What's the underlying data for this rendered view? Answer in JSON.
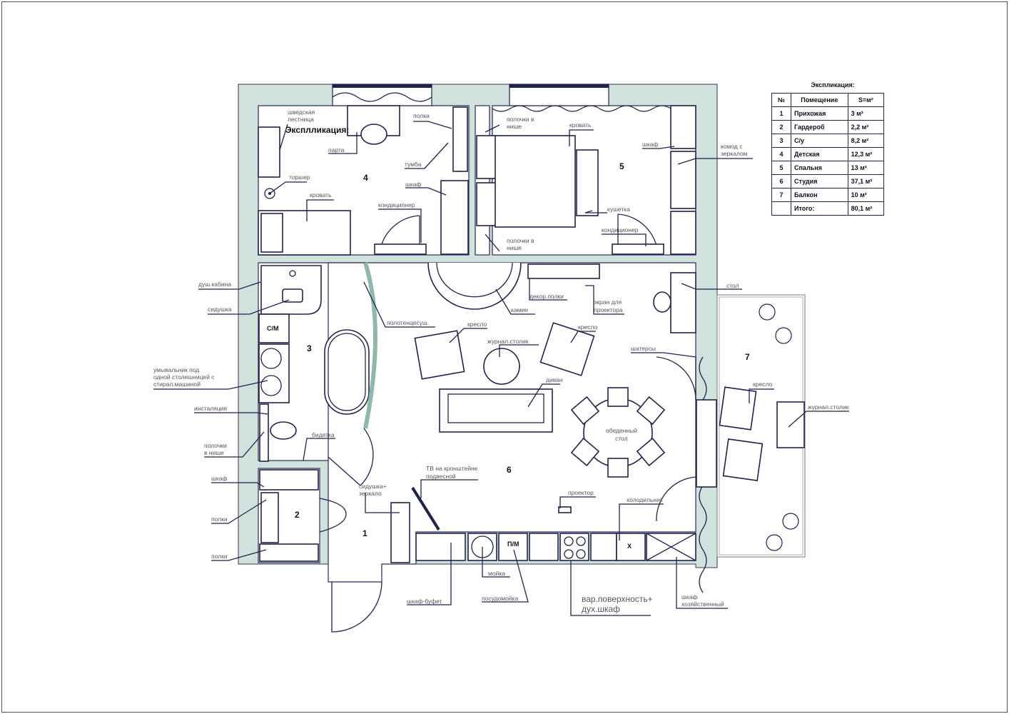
{
  "explication": {
    "title": "Экспликация:",
    "headers": [
      "№",
      "Помещение",
      "S=м²"
    ],
    "rows": [
      [
        "1",
        "Прихожая",
        "3 м²"
      ],
      [
        "2",
        "Гардероб",
        "2,2 м²"
      ],
      [
        "3",
        "С/у",
        "8,2 м²"
      ],
      [
        "4",
        "Детская",
        "12,3 м²"
      ],
      [
        "5",
        "Спальня",
        "13 м²"
      ],
      [
        "6",
        "Студия",
        "37,1 м²"
      ],
      [
        "7",
        "Балкон",
        "10 м²"
      ],
      [
        "",
        "Итого:",
        "80,1 м²"
      ]
    ]
  },
  "room_numbers": [
    "1",
    "2",
    "3",
    "4",
    "5",
    "6",
    "7"
  ],
  "stray_title": "Эксплликация:",
  "labels": [
    "шведская",
    "лестница",
    "парта",
    "полка",
    "тумба",
    "торшер",
    "кровать",
    "шкаф",
    "кондиционер",
    "полочки в",
    "нише",
    "кровать",
    "шкаф",
    "комод с",
    "зеркалом",
    "кушетка",
    "кондиционер",
    "полочки в",
    "нише",
    "душ.кабина",
    "сидушка",
    "умывальник  под",
    "одной столешницей с",
    "стирал.машиной",
    "инсталяция",
    "полочки",
    "в нише",
    "бидетка",
    "шкаф",
    "полки",
    "полки",
    "полотенцесуш.",
    "кресло",
    "журнал.столик",
    "кресло",
    "камин",
    "декор.полки",
    "экран для",
    "проектора",
    "стол",
    "шатерсы",
    "кресло",
    "журнал.столик",
    "диван",
    "обеденный",
    "стол",
    "ТВ на кронштейне",
    "подвесной",
    "сидушка+",
    "зеркало",
    "проектор",
    "холодильник",
    "шкаф-буфет",
    "мойка",
    "посудомойка",
    "шкаф",
    "хозяйственный"
  ],
  "big_labels": [
    "вар.поверхность+",
    "дух.шкаф"
  ],
  "marks": {
    "washer": "С/М",
    "dishwasher": "П/М",
    "fridge": "X"
  },
  "colors": {
    "wall": "#cfe3dc",
    "line": "#22224e",
    "label": "#555555"
  }
}
